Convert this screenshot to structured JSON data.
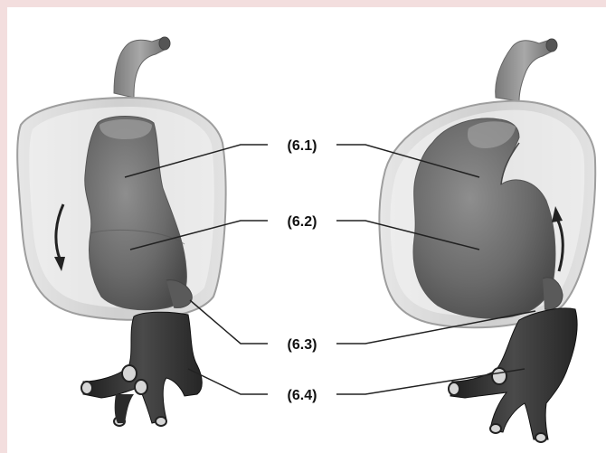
{
  "labels": [
    {
      "id": "6.1",
      "text": "(6.1)"
    },
    {
      "id": "6.2",
      "text": "(6.2)"
    },
    {
      "id": "6.3",
      "text": "(6.3)"
    },
    {
      "id": "6.4",
      "text": "(6.4)"
    }
  ],
  "colors": {
    "background_border": "#f3dede",
    "canvas": "#ffffff",
    "pericardium_fill": "#d6d6d6",
    "pericardium_stroke": "#a8a8a8",
    "heart_fill": "#6e6e6e",
    "vessel_top": "#8a8a8a",
    "vessel_bottom": "#2e2e2e",
    "leader_line": "#222222"
  },
  "panels": [
    {
      "name": "left",
      "arrow_direction": "down"
    },
    {
      "name": "right",
      "arrow_direction": "up"
    }
  ]
}
